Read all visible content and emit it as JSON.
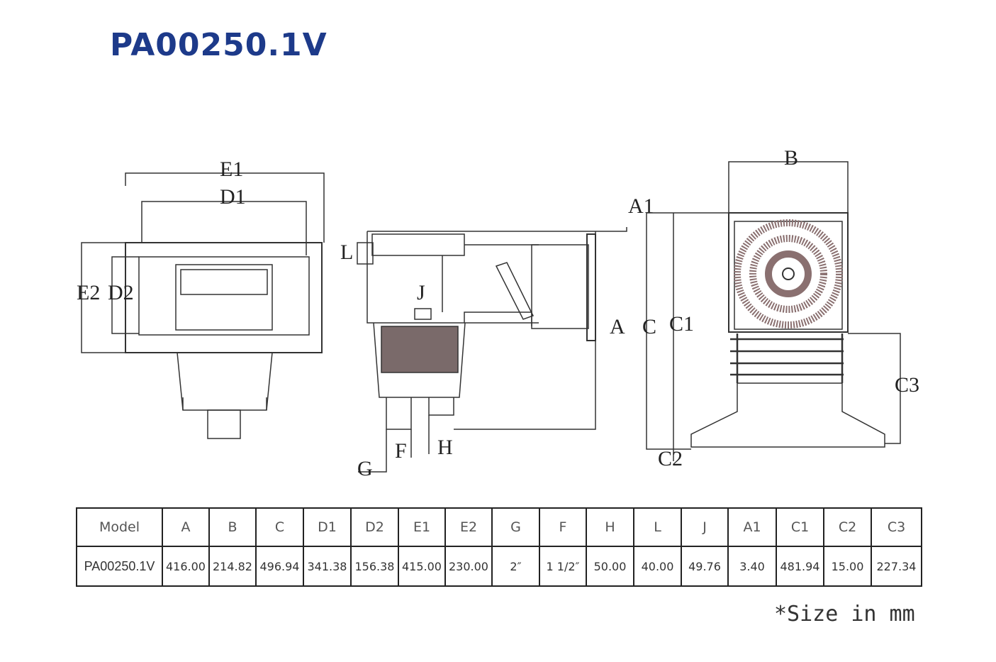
{
  "title": "PA00250.1V",
  "labels": {
    "front": {
      "e1": "E1",
      "d1": "D1",
      "e2": "E2",
      "d2": "D2"
    },
    "side": {
      "l": "L",
      "j": "J",
      "a1": "A1",
      "a": "A",
      "f": "F",
      "g": "G",
      "h": "H"
    },
    "rear": {
      "b": "B",
      "c": "C",
      "c1": "C1",
      "c2": "C2",
      "c3": "C3"
    }
  },
  "table": {
    "headers": [
      "Model",
      "A",
      "B",
      "C",
      "D1",
      "D2",
      "E1",
      "E2",
      "G",
      "F",
      "H",
      "L",
      "J",
      "A1",
      "C1",
      "C2",
      "C3"
    ],
    "rows": [
      [
        "PA00250.1V",
        "416.00",
        "214.82",
        "496.94",
        "341.38",
        "156.38",
        "415.00",
        "230.00",
        "2″",
        "1 1/2″",
        "50.00",
        "40.00",
        "49.76",
        "3.40",
        "481.94",
        "15.00",
        "227.34"
      ]
    ]
  },
  "note": "*Size in mm"
}
